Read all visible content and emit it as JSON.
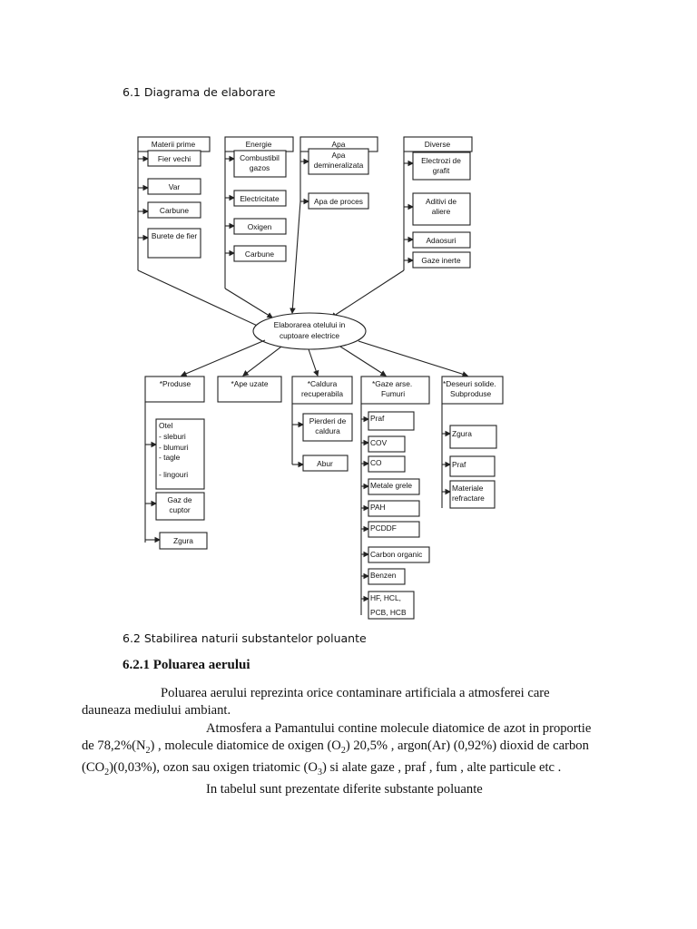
{
  "headings": {
    "sec61": "6.1  Diagrama de elaborare",
    "sec62": "6.2 Stabilirea naturii substantelor poluante",
    "sec621": "6.2.1 Poluarea aerului"
  },
  "diagram": {
    "center_line1": "Elaborarea otelului in",
    "center_line2": "cuptoare electrice",
    "inputs": {
      "materii_prime": {
        "title": "Materii prime",
        "items": [
          "Fier vechi",
          "Var",
          "Carbune",
          "Burete de fier"
        ]
      },
      "energie": {
        "title": "Energie",
        "items": [
          "Combustibil",
          "gazos",
          "Electricitate",
          "Oxigen",
          "Carbune"
        ]
      },
      "apa": {
        "title": "Apa",
        "items": [
          "Apa",
          "demineralizata",
          "Apa de proces"
        ]
      },
      "diverse": {
        "title": "Diverse",
        "items": [
          "Electrozi de",
          "grafit",
          "Aditivi de",
          "aliere",
          "Adaosuri",
          "Gaze inerte"
        ]
      }
    },
    "outputs": {
      "produse": {
        "title": "*Produse",
        "otel": [
          "Otel",
          "- sleburi",
          "- blumuri",
          "- tagle",
          "- lingouri"
        ],
        "gaz": [
          "Gaz de",
          "cuptor"
        ],
        "zgura": "Zgura"
      },
      "ape_uzate": {
        "title": "*Ape uzate"
      },
      "caldura": {
        "title1": "*Caldura",
        "title2": "recuperabila",
        "items": [
          "Pierderi de",
          "caldura",
          "Abur"
        ]
      },
      "gaze": {
        "title1": "*Gaze arse.",
        "title2": "Fumuri",
        "items": [
          "Praf",
          "COV",
          "CO",
          "Metale grele",
          "PAH",
          "PCDDF",
          "Carbon organic",
          "Benzen",
          "HF, HCL,",
          "PCB, HCB"
        ]
      },
      "deseuri": {
        "title1": "*Deseuri solide.",
        "title2": "Subproduse",
        "items": [
          "Zgura",
          "Praf",
          "Materiale",
          "refractare"
        ]
      }
    }
  },
  "paragraphs": {
    "p1_line1": "Poluarea aerului reprezinta orice contaminare artificiala a atmosferei care",
    "p1_line2": "dauneaza mediului ambiant.",
    "p2_a": "Atmosfera a Pamantului contine molecule diatomice de azot in proportie",
    "p2_b": "de 78,2%(N",
    "p2_c": ") , molecule diatomice de oxigen (O",
    "p2_d": ") 20,5% , argon(Ar) (0,92%) dioxid de carbon",
    "p2_e": "(CO",
    "p2_f": ")(0,03%), ozon sau oxigen triatomic (O",
    "p2_g": ") si alate gaze , praf , fum , alte particule etc .",
    "p3": "In tabelul sunt prezentate diferite substante  poluante",
    "sub2": "2",
    "sub3": "3"
  }
}
